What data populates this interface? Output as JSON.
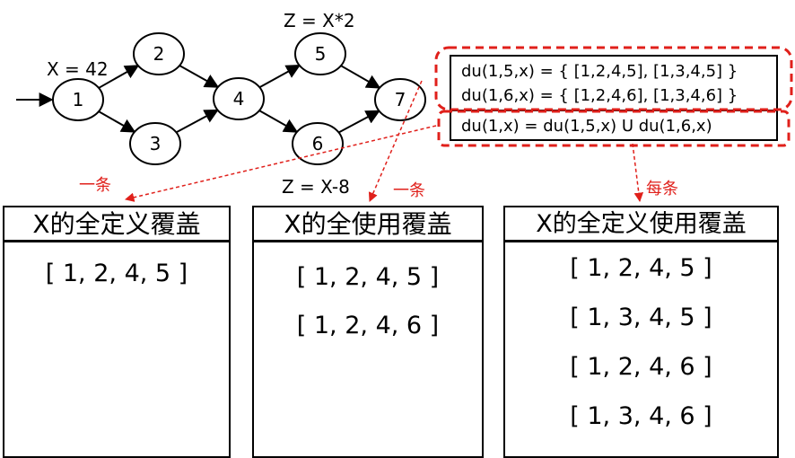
{
  "graph": {
    "nodes": [
      {
        "id": "1",
        "label": "1"
      },
      {
        "id": "2",
        "label": "2"
      },
      {
        "id": "3",
        "label": "3"
      },
      {
        "id": "4",
        "label": "4"
      },
      {
        "id": "5",
        "label": "5"
      },
      {
        "id": "6",
        "label": "6"
      },
      {
        "id": "7",
        "label": "7"
      }
    ],
    "edges": [
      [
        "1",
        "2"
      ],
      [
        "1",
        "3"
      ],
      [
        "2",
        "4"
      ],
      [
        "3",
        "4"
      ],
      [
        "4",
        "5"
      ],
      [
        "4",
        "6"
      ],
      [
        "5",
        "7"
      ],
      [
        "6",
        "7"
      ]
    ],
    "annotations": {
      "node1": "X = 42",
      "node5": "Z = X*2",
      "node6": "Z = X-8"
    }
  },
  "du_box": {
    "line1": "du(1,5,x) = { [1,2,4,5], [1,3,4,5] }",
    "line2": "du(1,6,x) = { [1,2,4,6], [1,3,4,6] }",
    "line3": "du(1,x) = du(1,5,x) U du(1,6,x)"
  },
  "arrow_labels": {
    "left": "一条",
    "middle": "一条",
    "right": "每条"
  },
  "panels": [
    {
      "title": "X的全定义覆盖",
      "paths": [
        "[ 1, 2, 4, 5 ]"
      ]
    },
    {
      "title": "X的全使用覆盖",
      "paths": [
        "[ 1, 2, 4, 5 ]",
        "[ 1, 2, 4, 6 ]"
      ]
    },
    {
      "title": "X的全定义使用覆盖",
      "paths": [
        "[ 1, 2, 4, 5 ]",
        "[ 1, 3, 4, 5 ]",
        "[ 1, 2, 4, 6 ]",
        "[ 1, 3, 4, 6 ]"
      ]
    }
  ],
  "colors": {
    "accent_red": "#e0201b",
    "stroke": "#000000"
  }
}
